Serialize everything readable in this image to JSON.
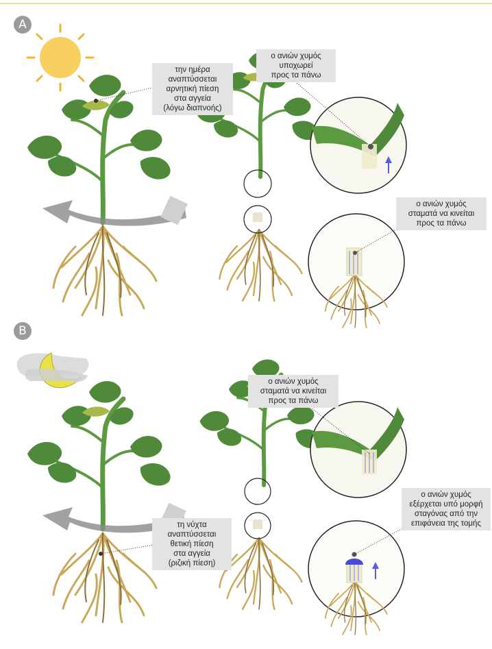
{
  "panels": {
    "a": {
      "badge": "A",
      "day_label": [
        "την ημέρα",
        "αναπτύσσεται",
        "αρνητική πίεση",
        "στα αγγεία",
        "(λόγω διαπνοής)"
      ],
      "upper_label": [
        "ο ανιών χυμός",
        "υποχωρεί",
        "προς τα πάνω"
      ],
      "lower_label": [
        "ο ανιών χυμός",
        "σταματά να κινείται",
        "προς τα πάνω"
      ]
    },
    "b": {
      "badge": "B",
      "night_label": [
        "τη νύχτα",
        "αναπτύσσεται",
        "θετική πίεση",
        "στα αγγεία",
        "(ριζική πίεση)"
      ],
      "upper_label": [
        "ο ανιών χυμός",
        "σταματά να κινείται",
        "προς τα πάνω"
      ],
      "lower_label": [
        "ο ανιών χυμός",
        "εξέρχεται  υπό μορφή",
        "σταγόνας από την",
        "επιφάνεια της τομής"
      ]
    }
  },
  "colors": {
    "leaf": "#4f8a3a",
    "leaf_dark": "#3d6f2c",
    "stem": "#5c9a42",
    "root": "#c9a85a",
    "sun": "#f7d060",
    "moon": "#e8e24a",
    "arrow": "#8a8a8a",
    "sap_blue": "#5b5be0"
  }
}
